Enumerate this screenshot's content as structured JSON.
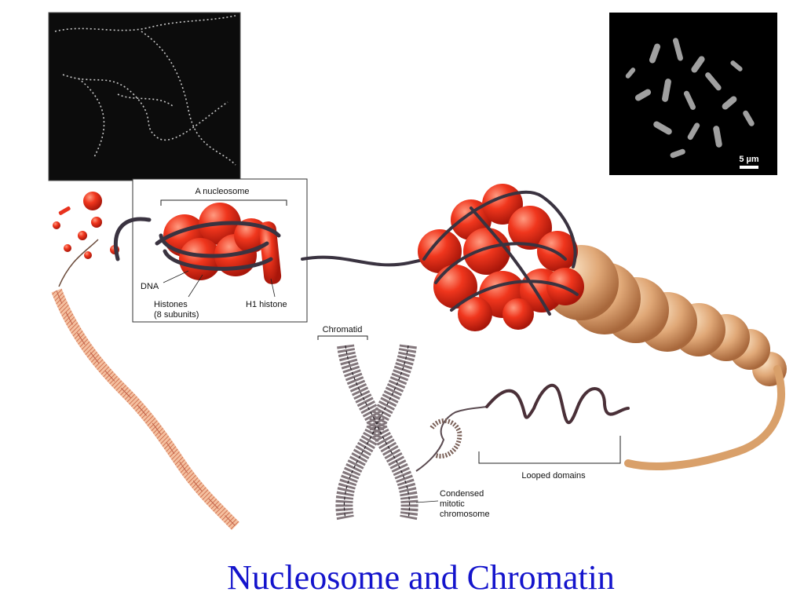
{
  "slide": {
    "title": "Nucleosome and Chromatin",
    "title_color": "#1414cc"
  },
  "micrograph_scale_bar": "5 µm",
  "diagram": {
    "nucleosome_inset": {
      "heading": "A nucleosome",
      "dna_label": "DNA",
      "histones_label_line1": "Histones",
      "histones_label_line2": "(8 subunits)",
      "h1_label": "H1 histone"
    },
    "chromatid_label": "Chromatid",
    "condensed_label_line1": "Condensed",
    "condensed_label_line2": "mitotic",
    "condensed_label_line3": "chromosome",
    "looped_domains_label": "Looped domains"
  },
  "colors": {
    "histone_red": "#e8321e",
    "fiber_tan": "#d9a06a",
    "dna_strand": "#3a3340",
    "helix_orange": "#d9826a"
  }
}
